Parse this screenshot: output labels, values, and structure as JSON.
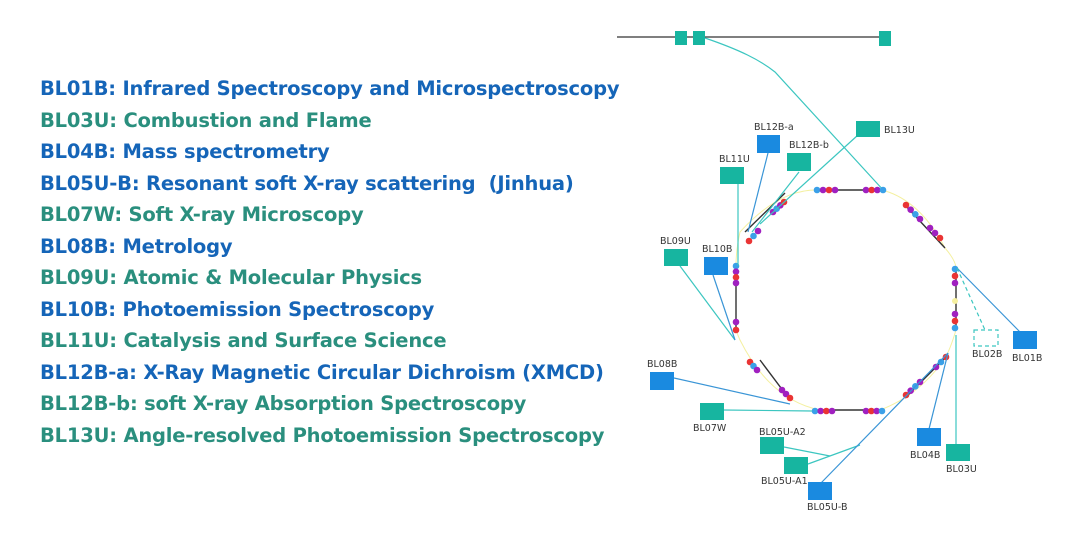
{
  "colors": {
    "blue_text": "#1565b8",
    "teal_text": "#2a8f7e",
    "bending_magnet_box": "#1a8ae0",
    "undulator_box": "#17b5a0",
    "blue_line": "#3a95d6",
    "teal_line": "#3cc6c0",
    "magnet_red": "#ea3434",
    "magnet_purple": "#a020c0",
    "magnet_blue": "#3aa0e8"
  },
  "legend": [
    {
      "text": "BL01B: Infrared Spectroscopy and Microspectroscopy",
      "type": "bending"
    },
    {
      "text": "BL03U: Combustion and Flame",
      "type": "undulator"
    },
    {
      "text": "BL04B: Mass spectrometry",
      "type": "bending"
    },
    {
      "text": "BL05U-B: Resonant soft X-ray scattering  (Jinhua)",
      "type": "bending"
    },
    {
      "text": "BL07W: Soft X-ray Microscopy",
      "type": "undulator"
    },
    {
      "text": "BL08B: Metrology",
      "type": "bending"
    },
    {
      "text": "BL09U: Atomic & Molecular Physics",
      "type": "undulator"
    },
    {
      "text": "BL10B: Photoemission Spectroscopy",
      "type": "bending"
    },
    {
      "text": "BL11U: Catalysis and Surface Science",
      "type": "undulator"
    },
    {
      "text": "BL12B-a: X-Ray Magnetic Circular Dichroism (XMCD)",
      "type": "bending"
    },
    {
      "text": "BL12B-b: soft X-ray Absorption Spectroscopy",
      "type": "undulator"
    },
    {
      "text": "BL13U: Angle-resolved Photoemission Spectroscopy",
      "type": "undulator"
    }
  ],
  "beamlines": [
    {
      "id": "BL12B-a",
      "label": "BL12B-a",
      "type": "bending"
    },
    {
      "id": "BL12B-b",
      "label": "BL12B-b",
      "type": "undulator"
    },
    {
      "id": "BL13U",
      "label": "BL13U",
      "type": "undulator"
    },
    {
      "id": "BL11U",
      "label": "BL11U",
      "type": "undulator"
    },
    {
      "id": "BL09U",
      "label": "BL09U",
      "type": "undulator"
    },
    {
      "id": "BL10B",
      "label": "BL10B",
      "type": "bending"
    },
    {
      "id": "BL02B",
      "label": "BL02B",
      "type": "planned"
    },
    {
      "id": "BL01B",
      "label": "BL01B",
      "type": "bending"
    },
    {
      "id": "BL08B",
      "label": "BL08B",
      "type": "bending"
    },
    {
      "id": "BL07W",
      "label": "BL07W",
      "type": "undulator"
    },
    {
      "id": "BL05U-A2",
      "label": "BL05U-A2",
      "type": "undulator"
    },
    {
      "id": "BL05U-A1",
      "label": "BL05U-A1",
      "type": "undulator"
    },
    {
      "id": "BL05U-B",
      "label": "BL05U-B",
      "type": "bending"
    },
    {
      "id": "BL04B",
      "label": "BL04B",
      "type": "bending"
    },
    {
      "id": "BL03U",
      "label": "BL03U",
      "type": "undulator"
    }
  ]
}
